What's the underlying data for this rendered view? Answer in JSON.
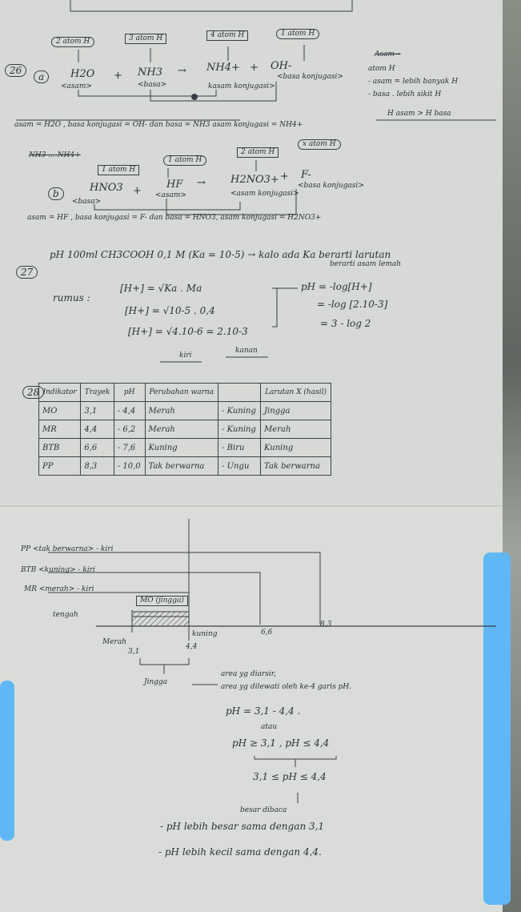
{
  "q26": {
    "number": "26",
    "part_a": {
      "label": "a",
      "tags": [
        "2 atom H",
        "3 atom H",
        "4 atom H",
        "1 atom H"
      ],
      "h2o": "H2O",
      "plus": "+",
      "nh3": "NH3",
      "arrow": "→",
      "nh4": "NH4+",
      "plus2": "+",
      "oh": "OH-",
      "h2o_role": "<asam>",
      "nh3_role": "<basa>",
      "nh4_role": "kasam konjugasi>",
      "oh_role": "<basa konjugasi>",
      "summary": "asam = H2O , basa konjugasi = OH-  dan basa = NH3   asam konjugasi = NH4+"
    },
    "side_note": {
      "title": "Asam→",
      "lines": [
        "atom H",
        "- asam = lebih banyak H",
        "- basa . lebih sikit H",
        "H asam > H basa"
      ]
    },
    "part_b": {
      "label": "b",
      "crossed": "NH3 ... NH4+",
      "tags": [
        "1 atom H",
        "1 atom H",
        "2 atom H",
        "x atom H"
      ],
      "hno3": "HNO3",
      "plus": "+",
      "hf": "HF",
      "arrow": "→",
      "h2no3": "H2NO3+",
      "plus2": "+",
      "f": "F-",
      "hno3_role": "<basa>",
      "hf_role": "<asam>",
      "h2no3_role": "<asam konjugasi>",
      "f_role": "<basa konjugasi>",
      "summary": "asam = HF , basa konjugasi = F-  dan basa = HNO3, asam konjugasi = H2NO3+"
    }
  },
  "q27": {
    "number": "27",
    "header": "pH 100ml   CH3COOH 0,1 M (Ka = 10-5) → kalo ada Ka berarti larutan",
    "note2": "berarti asam lemah",
    "rumus_label": "rumus :",
    "eq1": "[H+] = √Ka . Ma",
    "eq2": "[H+] = √10-5 . 0,4",
    "eq3": "[H+] = √4.10-6 = 2.10-3",
    "ph1": "pH = -log[H+]",
    "ph2": "= -log [2.10-3]",
    "ph3": "= 3 - log 2"
  },
  "q28": {
    "number": "28",
    "kiri": "kiri",
    "kanan": "kanan",
    "headers": [
      "Indikator",
      "Trayek",
      "pH",
      "Perubahan warna",
      "",
      "Larutan X (hasil)"
    ],
    "rows": [
      [
        "MO",
        "3,1",
        "- 4,4",
        "Merah",
        "- Kuning",
        "Jingga"
      ],
      [
        "MR",
        "4,4",
        "- 6,2",
        "Merah",
        "- Kuning",
        "Merah"
      ],
      [
        "BTB",
        "6,6",
        "- 7,6",
        "Kuning",
        "- Biru",
        "Kuning"
      ],
      [
        "PP",
        "8,3",
        "- 10,0",
        "Tak berwarna",
        "- Ungu",
        "Tak berwarna"
      ]
    ]
  },
  "diagram": {
    "labels": [
      "PP <tak berwarna> - kiri",
      "BTB <kuning> - kiri",
      "MR <merah> - kiri",
      "tengah",
      "MO (jingga)"
    ],
    "axis": {
      "merah": "Merah",
      "v1": "3,1",
      "kuning": "kuning",
      "v2": "4,4",
      "v3": "6,6",
      "v4": "8,3"
    },
    "jingga": "Jingga",
    "expl1": "area yg diarsir,",
    "expl2": "area yg dilewati oleh ke-4 garis pH.",
    "range1": "pH = 3,1 - 4,4 .",
    "atau": "atau",
    "range2": "pH ≥ 3,1 , pH ≤ 4,4",
    "range3": "3,1 ≤ pH ≤ 4,4",
    "cara": "besar dibaca",
    "concl1": "- pH lebih besar sama dengan 3,1",
    "concl2": "- pH lebih kecil sama dengan 4,4."
  }
}
